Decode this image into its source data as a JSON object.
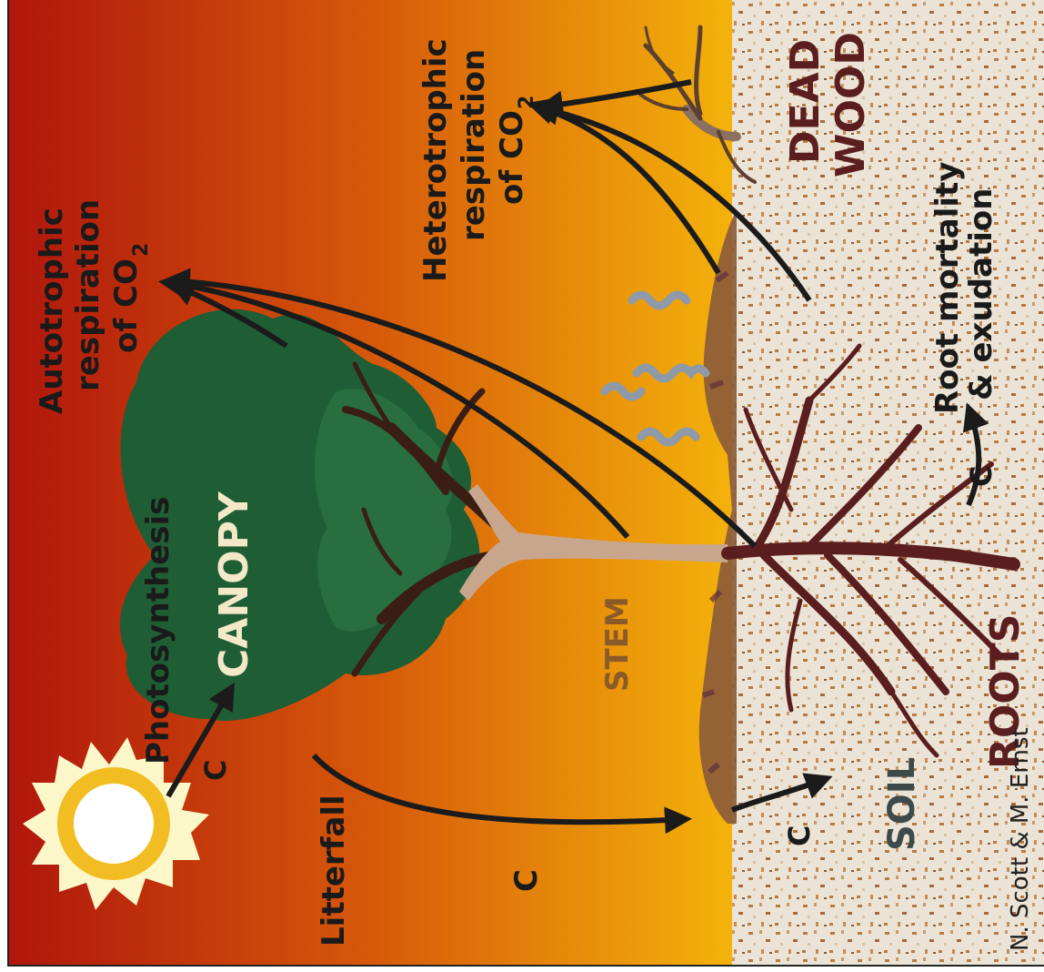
{
  "labels": {
    "autotrophic_1": "Autotrophic",
    "autotrophic_2": "respiration",
    "autotrophic_3": "of CO",
    "autotrophic_sub": "2",
    "heterotrophic_1": "Heterotrophic",
    "heterotrophic_2": "respiration",
    "heterotrophic_3": "of CO",
    "heterotrophic_sub": "2",
    "photosynthesis": "Photosynthesis",
    "canopy": "CANOPY",
    "stem": "STEM",
    "soil": "SOIL",
    "roots": "ROOTS",
    "dead": "DEAD",
    "wood": "WOOD",
    "litterfall": "Litterfall",
    "root_mortality_1": "Root mortality",
    "root_mortality_2": "& exudation",
    "carbon": "C",
    "credit": "N. Scott & M. Ernst"
  },
  "colors": {
    "sky_top": "#b0160c",
    "sky_mid": "#d6590a",
    "sky_bottom": "#f4b30a",
    "soil_bg": "#e9e2d4",
    "soil_speck": "#b0773f",
    "litter": "#8a5a3a",
    "canopy_dark": "#1f5e35",
    "canopy_light": "#2d7a45",
    "branch": "#3a1e14",
    "stem": "#c8a68e",
    "root": "#5b1e1e",
    "arrow": "#1b1b1b",
    "sun_rays": "#fcf7c8",
    "sun_ring": "#f2bd22",
    "vapour": "#8e9aa8"
  }
}
